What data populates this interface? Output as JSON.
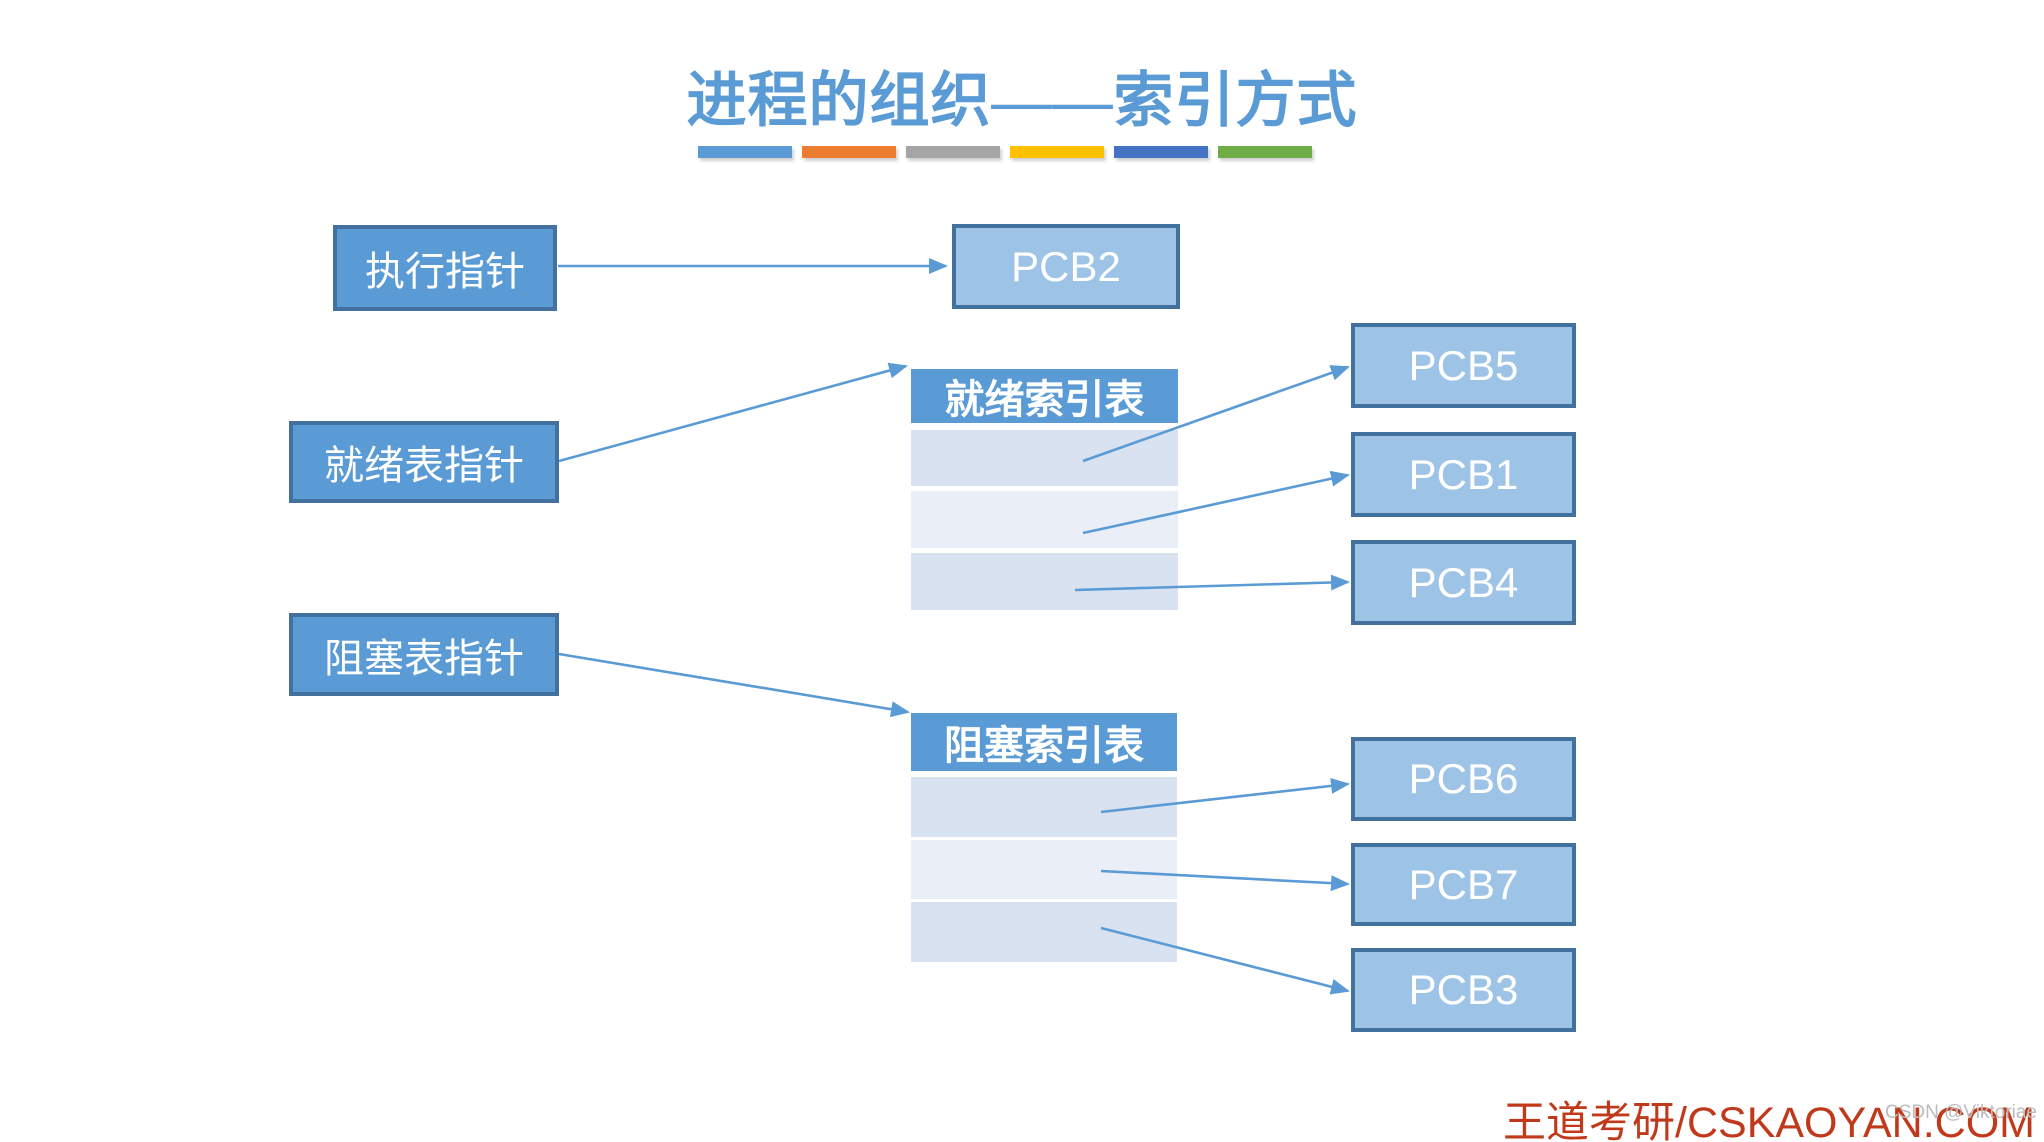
{
  "page": {
    "title": "进程的组织——索引方式",
    "footer_brand": "王道考研/CSKAOYAN.COM",
    "watermark": "CSDN @Viktoriae"
  },
  "theme_bars": [
    {
      "name": "blue",
      "color": "#5B9BD5"
    },
    {
      "name": "orange",
      "color": "#ED7D31"
    },
    {
      "name": "gray",
      "color": "#A5A5A5"
    },
    {
      "name": "gold",
      "color": "#FFC000"
    },
    {
      "name": "dark-blue",
      "color": "#4472C4"
    },
    {
      "name": "green",
      "color": "#70AD47"
    }
  ],
  "pointers": [
    {
      "id": "exec",
      "label": "执行指针"
    },
    {
      "id": "ready",
      "label": "就绪表指针"
    },
    {
      "id": "blocked",
      "label": "阻塞表指针"
    }
  ],
  "tables": {
    "ready": {
      "header": "就绪索引表",
      "rows": [
        "",
        "",
        ""
      ]
    },
    "blocked": {
      "header": "阻塞索引表",
      "rows": [
        "",
        "",
        ""
      ]
    }
  },
  "pcbs": {
    "running": "PCB2",
    "ready": [
      "PCB5",
      "PCB1",
      "PCB4"
    ],
    "blocked": [
      "PCB6",
      "PCB7",
      "PCB3"
    ]
  },
  "colors": {
    "title_blue": "#5B9BD5",
    "pointer_fill": "#5B9BD5",
    "box_border": "#41719C",
    "pcb_fill": "#9DC3E6",
    "table_header": "#5B9BD5",
    "row_dark": "#D8E2F1",
    "row_light": "#EAEEF6",
    "arrow_blue": "#5B9BD5",
    "footer_red": "#C0391B",
    "watermark_gray": "#BCBCBC"
  }
}
